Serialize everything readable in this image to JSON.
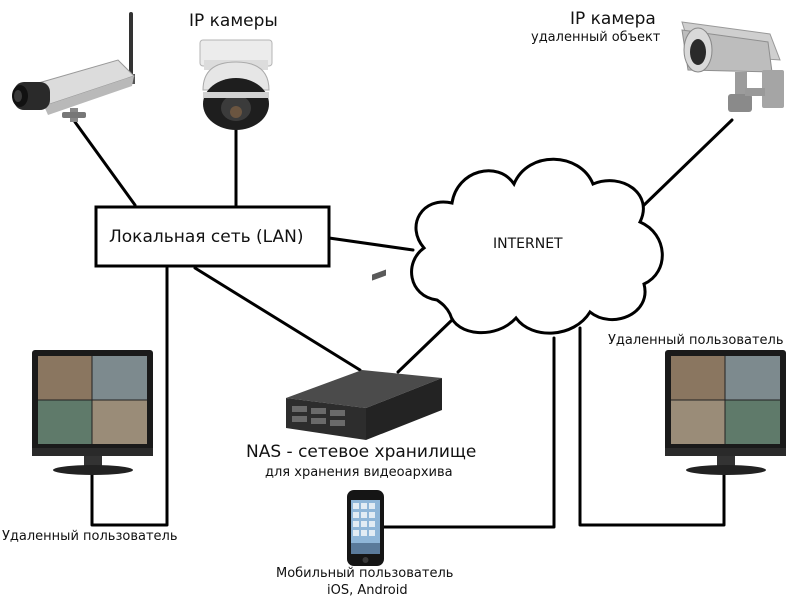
{
  "labels": {
    "ip_cameras": "IP камеры",
    "ip_camera_remote_title": "IP камера",
    "ip_camera_remote_sub": "удаленный объект",
    "lan": "Локальная сеть (LAN)",
    "internet": "INTERNET",
    "nas_title": "NAS - сетевое хранилище",
    "nas_sub": "для хранения видеоархива",
    "remote_user_left": "Удаленный пользователь",
    "remote_user_right": "Удаленный пользователь",
    "mobile_user": "Мобильный пользователь",
    "mobile_os": "iOS, Android"
  },
  "colors": {
    "line": "#000000",
    "device_body": "#1c1c1c",
    "camera_white": "#e9e9e9",
    "server_front": "#2b2b2b"
  },
  "icons": [
    "wifi-ip-camera-icon",
    "dome-camera-icon",
    "bullet-camera-icon",
    "cloud-icon",
    "nas-server-icon",
    "monitor-icon",
    "smartphone-icon"
  ]
}
